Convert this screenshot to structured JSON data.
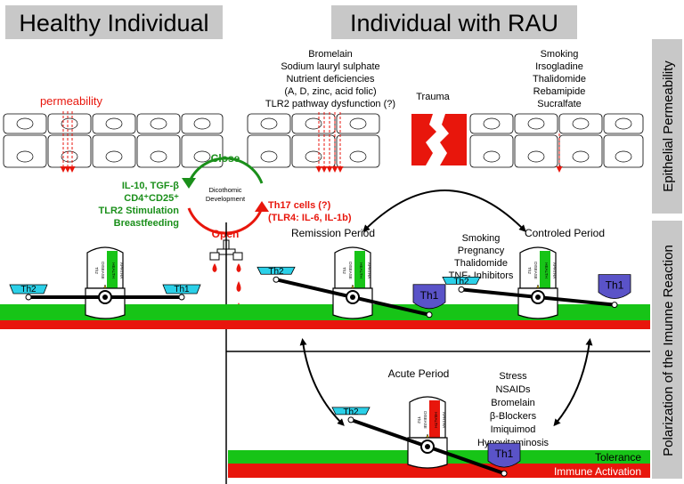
{
  "headers": {
    "left": "Healthy Individual",
    "right": "Individual with RAU"
  },
  "side_labels": {
    "top": "Epithelial Permeability",
    "bottom": "Polarization of the Imunne Reaction"
  },
  "permeability_label": "permeability",
  "trauma_label": "Trauma",
  "factors_increase": [
    "Bromelain",
    "Sodium lauryl sulphate",
    "Nutrient deficiencies",
    "(A, D, zinc, acid folic)",
    "TLR2 pathway dysfunction (?)"
  ],
  "factors_decrease": [
    "Smoking",
    "Irsogladine",
    "Thalidomide",
    "Rebamipide",
    "Sucralfate"
  ],
  "valve": {
    "close": "Close",
    "open": "Open",
    "center": [
      "Dicothomic",
      "Development"
    ]
  },
  "tolerance_factors": [
    "IL-10, TGF-β",
    "CD4⁺CD25⁺",
    "TLR2 Stimulation",
    "Breastfeeding"
  ],
  "th17_factors": [
    "Th17 cells (?)",
    "(TLR4: IL-6, IL-1b)"
  ],
  "periods": {
    "remission": "Remission Period",
    "controlled": "Controled Period",
    "acute": "Acute Period"
  },
  "controlled_factors": [
    "Smoking",
    "Pregnancy",
    "Thalidomide",
    "TNF- Inhibitors"
  ],
  "acute_factors": [
    "Stress",
    "NSAIDs",
    "Bromelain",
    "β-Blockers",
    "Imiquimod",
    "Hypovitaminosis"
  ],
  "scale_labels": {
    "th2": "Th2",
    "th1": "Th1",
    "gauge_left": "Th2",
    "gauge_mid_1": "DISEASE",
    "gauge_mid_2": "HEALTH",
    "gauge_right": "APHTHA"
  },
  "bands": {
    "tolerance": "Tolerance",
    "activation": "Immune Activation"
  },
  "colors": {
    "green": "#17c417",
    "red": "#e8160c",
    "dark_green": "#1a8f1a",
    "cyan": "#2bd0e8",
    "purple": "#5a53c8",
    "header_bg": "#c8c8c8"
  }
}
